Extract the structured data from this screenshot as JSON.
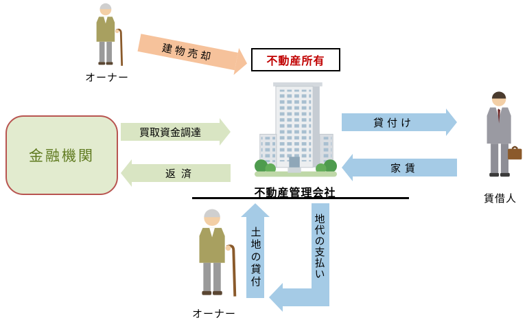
{
  "nodes": {
    "owner_top": "オーナー",
    "ownership": "不動産所有",
    "financial_institution": "金融機関",
    "management_company": "不動産管理会社",
    "tenant": "賃借人",
    "owner_bottom": "オーナー"
  },
  "arrows": {
    "building_sale": "建物売却",
    "purchase_funding": "買取資金調達",
    "repayment": "返済",
    "lending": "貸付け",
    "rent": "家賃",
    "land_lease": "土地の貸付",
    "land_rent_payment": "地代の支払い"
  },
  "colors": {
    "green_arrow": "#d9e5c3",
    "blue_arrow": "#a5cbe6",
    "orange_arrow": "#f6c29b",
    "financial_box_bg": "#e2ebcf",
    "financial_box_border": "#b85450",
    "financial_text": "#5f7a1f",
    "ownership_text": "#c00000",
    "divider": "#000000"
  }
}
